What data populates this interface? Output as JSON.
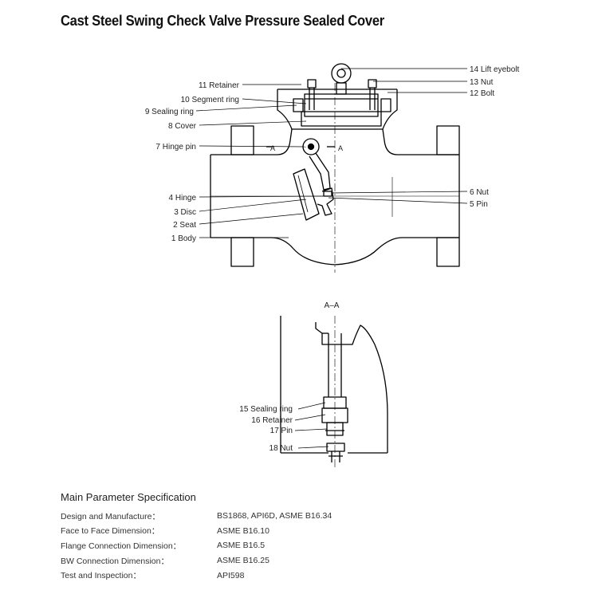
{
  "title": "Cast Steel Swing Check Valve Pressure Sealed Cover",
  "main_view": {
    "parts_left": [
      "11 Retainer",
      "10 Segment ring",
      "9 Sealing ring",
      "8 Cover",
      "7 Hinge pin",
      "4 Hinge",
      "3 Disc",
      "2 Seat",
      "1 Body"
    ],
    "parts_right": [
      "14 Lift eyebolt",
      "13 Nut",
      "12 Bolt",
      "6 Nut",
      "5 Pin"
    ],
    "section_mark_left": "A",
    "section_mark_right": "A"
  },
  "section_view": {
    "title": "A–A",
    "parts": [
      "15 Sealing ring",
      "16 Retainer",
      "17 Pin",
      "18 Nut"
    ]
  },
  "specification": {
    "heading": "Main Parameter Specification",
    "rows": [
      {
        "label": "Design and Manufacture：",
        "value": "BS1868, API6D, ASME B16.34"
      },
      {
        "label": "Face to Face Dimension：",
        "value": "ASME B16.10"
      },
      {
        "label": "Flange Connection Dimension：",
        "value": "ASME B16.5"
      },
      {
        "label": "BW Connection Dimension：",
        "value": "ASME B16.25"
      },
      {
        "label": "Test and Inspection：",
        "value": "API598"
      }
    ]
  }
}
